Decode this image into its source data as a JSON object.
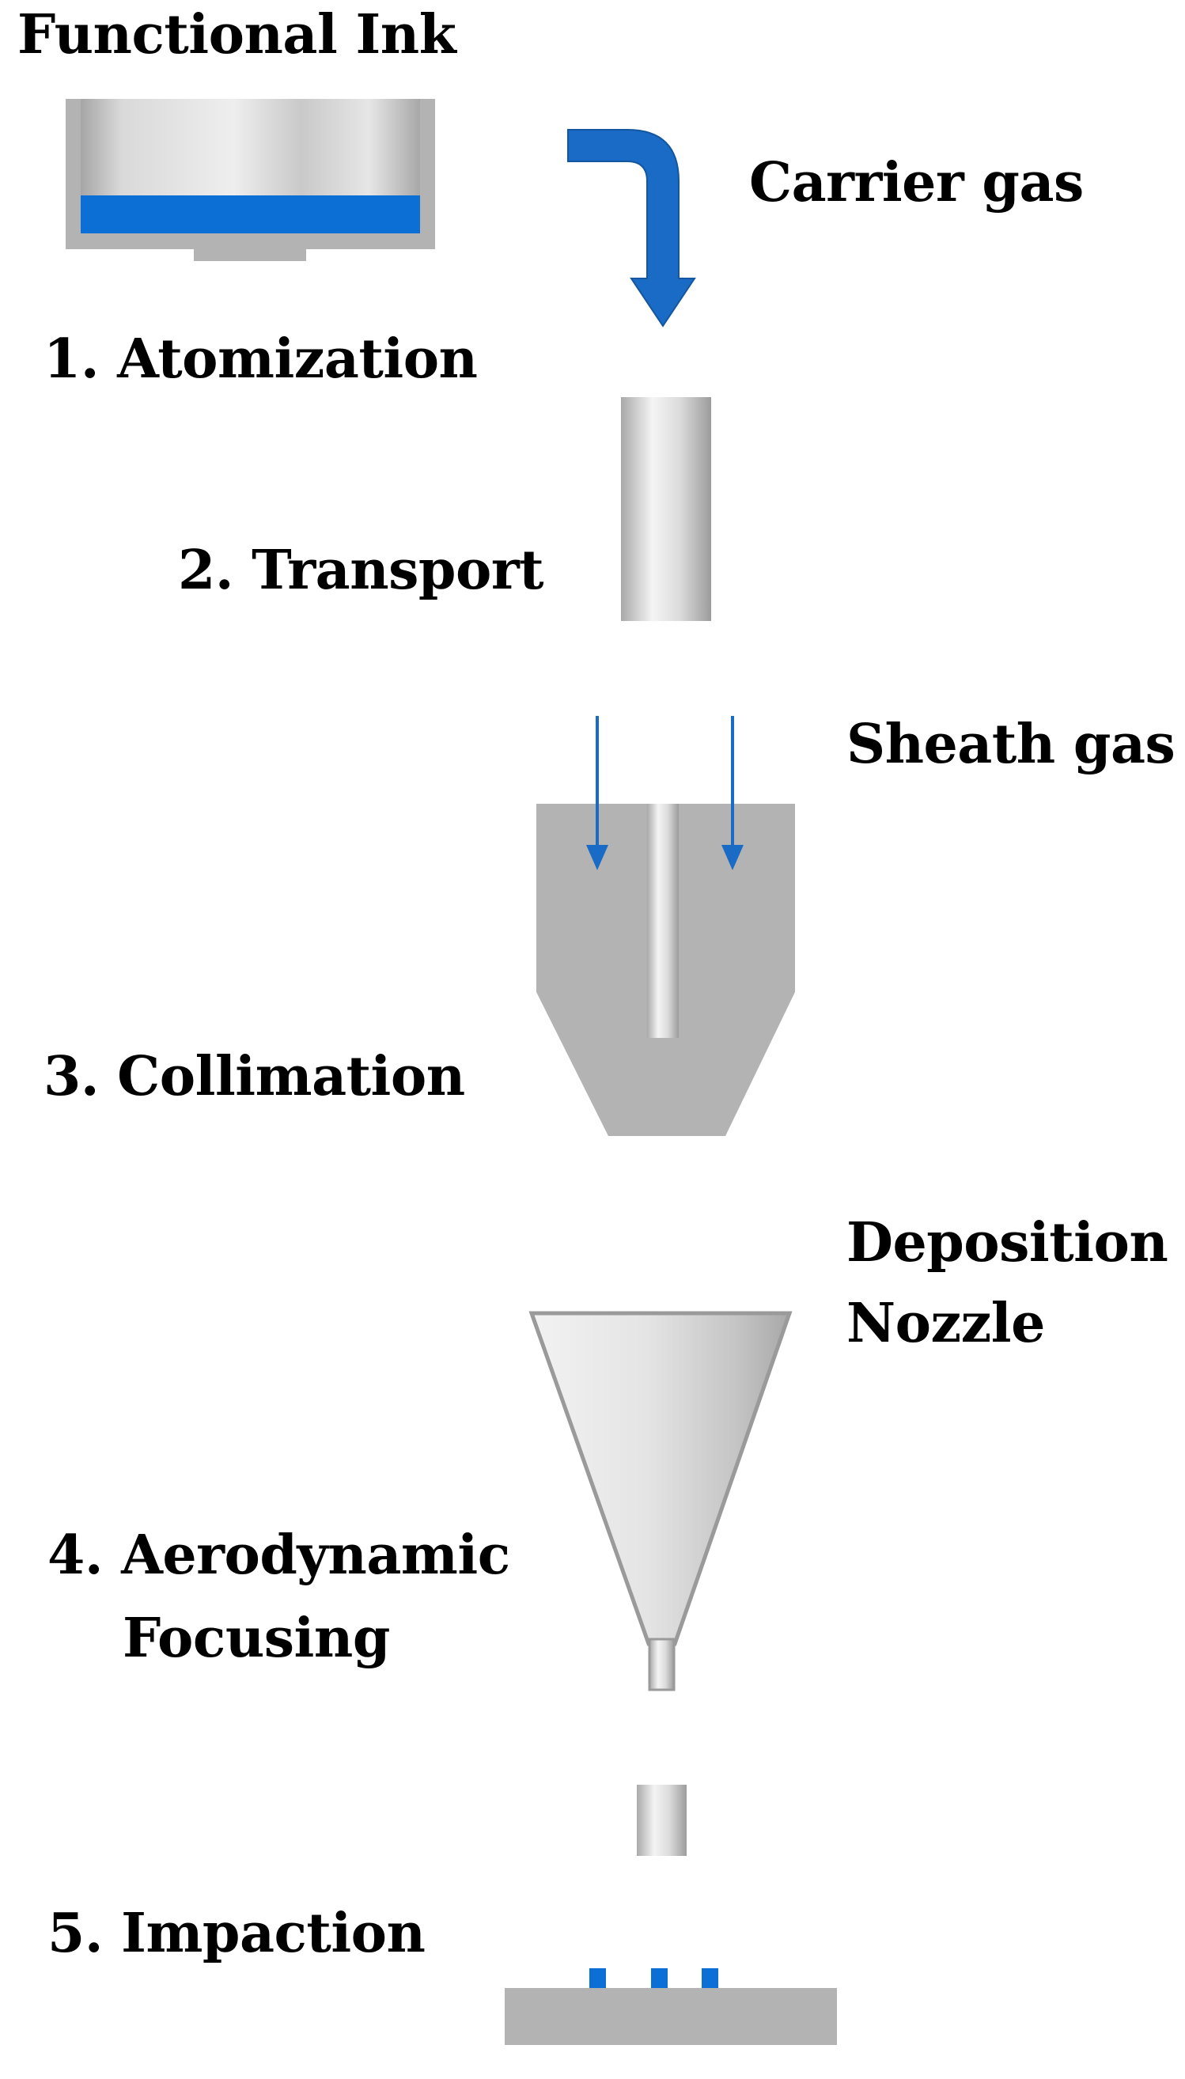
{
  "labels": {
    "functional_ink": "Functional Ink",
    "carrier_gas": "Carrier gas",
    "atomization": "1. Atomization",
    "transport": "2. Transport",
    "sheath_gas": "Sheath gas",
    "collimation": "3. Collimation",
    "deposition_nozzle_line1": "Deposition",
    "deposition_nozzle_line2": "Nozzle",
    "focusing_line1": "4. Aerodynamic",
    "focusing_line2": "Focusing",
    "impaction": "5. Impaction"
  },
  "colors": {
    "ink_blue": "#0b6fd6",
    "arrow_blue": "#1a6bc6",
    "metal_gray": "#b2b2b2",
    "metal_light": "#f2f2f2",
    "metal_dark": "#8e8e8e"
  },
  "components": {
    "ink_reservoir": "ink-reservoir",
    "carrier_gas_arrow": "curved-arrow-icon",
    "transport_tube": "transport-tube",
    "sheath_gas_arrows": "down-arrow-icon",
    "collimator": "collimator",
    "nozzle": "deposition-nozzle",
    "aerosol_jet": "aerosol-jet",
    "substrate": "substrate",
    "printed_dots": "printed-dots"
  }
}
